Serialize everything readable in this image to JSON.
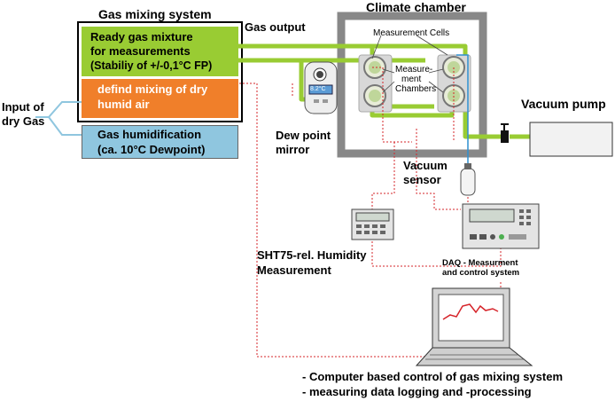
{
  "diagram": {
    "title_gas_mixing": "Gas mixing system",
    "title_climate": "Climate chamber",
    "gas_output": "Gas output",
    "ready_mix": [
      "Ready gas mixture",
      "for measurements",
      "(Stabiliy of +/-0,1°C FP)"
    ],
    "defined_mixing": [
      "defind mixing of dry",
      "humid air"
    ],
    "humidification": [
      "Gas humidification",
      "(ca. 10°C Dewpoint)"
    ],
    "input_dry_gas": [
      "Input of",
      "dry Gas"
    ],
    "dew_point": [
      "Dew point",
      "mirror"
    ],
    "dew_display": "8.2°C",
    "measurement_cells": "Measurement Cells",
    "measurement_chambers": [
      "Measure-",
      "ment",
      "Chambers"
    ],
    "vacuum_pump": "Vacuum pump",
    "vacuum_sensor": [
      "Vacuum",
      "sensor"
    ],
    "sht75": [
      "SHT75-rel. Humidity",
      "Measurement"
    ],
    "daq": [
      "DAQ - Measurment",
      "and control system"
    ],
    "computer": [
      "- Computer based control of gas mixing system",
      "- measuring data logging and -processing"
    ],
    "colors": {
      "green": "#99cc33",
      "orange": "#f07f2a",
      "light_blue": "#8fc6df",
      "gray_frame": "#888888",
      "signal_red": "#d6242a",
      "cable_blue": "#2f8fd0"
    }
  }
}
